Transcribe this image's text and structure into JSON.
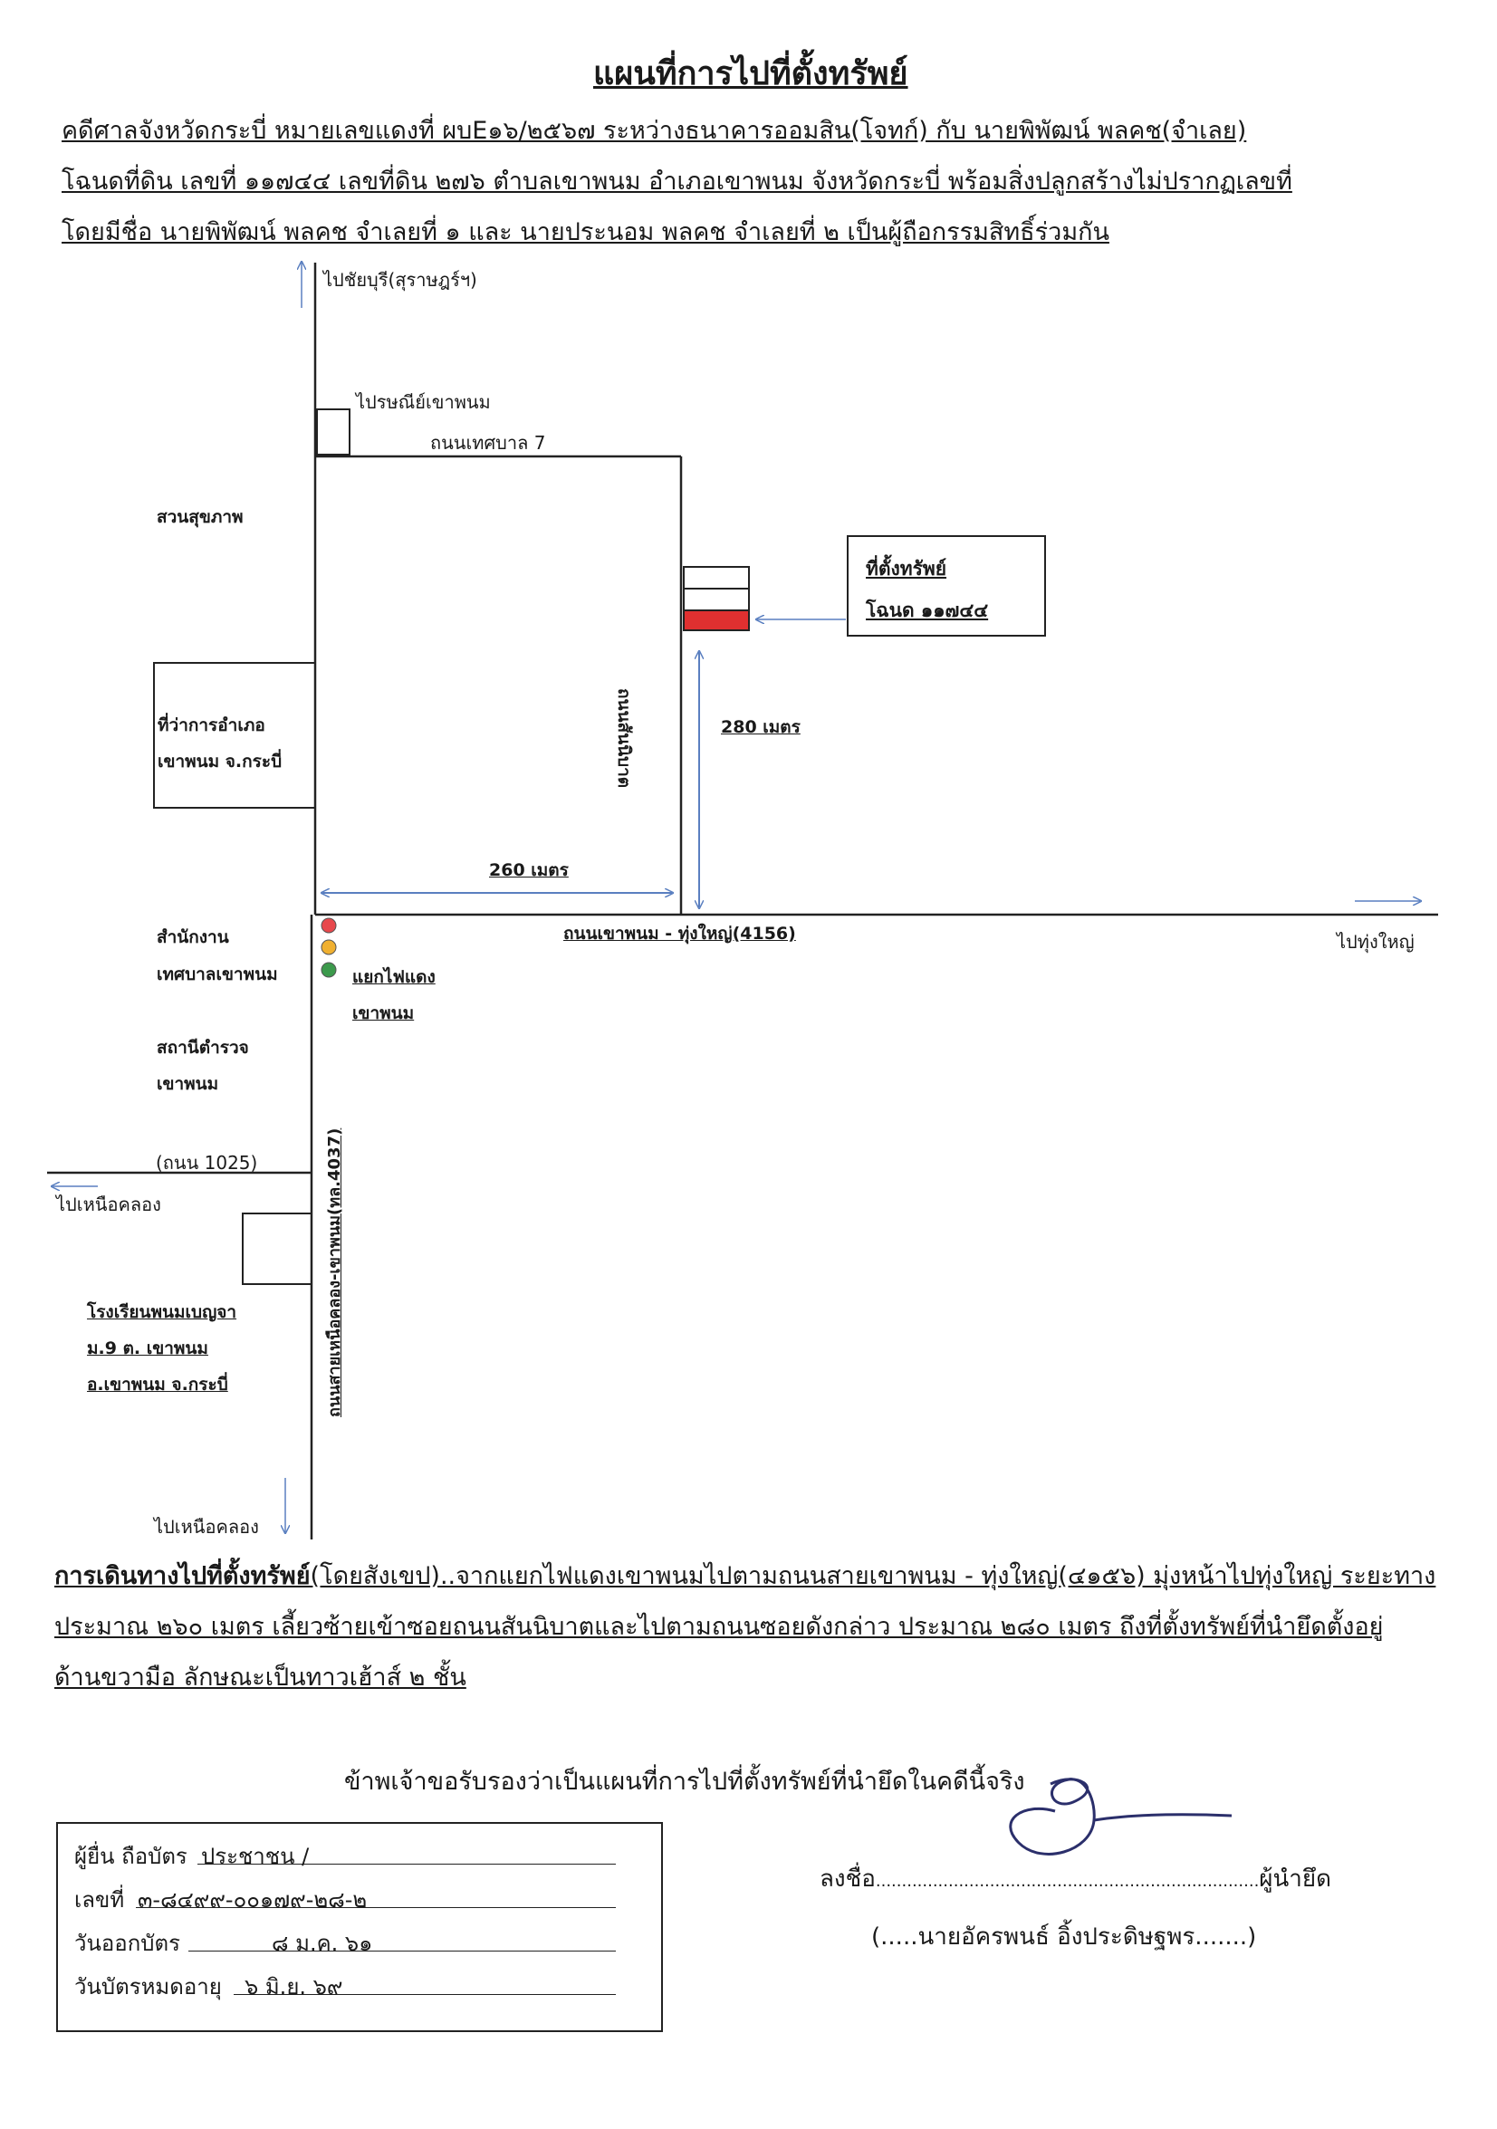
{
  "title": "แผนที่การไปที่ตั้งทรัพย์",
  "header_lines": [
    "คดีศาลจังหวัดกระบี่ หมายเลขแดงที่ ผบE๑๖/๒๕๖๗ ระหว่างธนาคารออมสิน(โจทก์) กับ นายพิพัฒน์ พลคช(จำเลย)",
    "โฉนดที่ดิน เลขที่ ๑๑๗๔๔ เลขที่ดิน ๒๗๖ ตำบลเขาพนม อำเภอเขาพนม จังหวัดกระบี่ พร้อมสิ่งปลูกสร้างไม่ปรากฏเลขที่",
    "โดยมีชื่อ นายพิพัฒน์ พลคช จำเลยที่ ๑ และ นายประนอม พลคช จำเลยที่ ๒ เป็นผู้ถือกรรมสิทธิ์ร่วมกัน"
  ],
  "map": {
    "to_chaiburi": "ไปชัยบุรี(สุราษฎร์ฯ)",
    "post_office": "ไปรษณีย์เขาพนม",
    "road_thesaban7": "ถนนเทศบาล 7",
    "health_park": "สวนสุขภาพ",
    "property_label_1": "ที่ตั้งทรัพย์",
    "property_label_2": "โฉนด ๑๑๗๔๔",
    "district_office_1": "ที่ว่าการอำเภอ",
    "district_office_2": "เขาพนม จ.กระบี่",
    "soi_road": "ถนนสันนิบาต",
    "dist_280": "280 เมตร",
    "dist_260": "260 เมตร",
    "main_road": "ถนนเขาพนม - ทุ่งใหญ่(4156)",
    "to_thung_yai": "ไปทุ่งใหญ่",
    "municipal_office_1": "สำนักงาน",
    "municipal_office_2": "เทศบาลเขาพนม",
    "traffic_light_1": "แยกไฟแดง",
    "traffic_light_2": "เขาพนม",
    "police_1": "สถานีตำรวจ",
    "police_2": "เขาพนม",
    "road_1025": "(ถนน 1025)",
    "to_nuea_khlong_w": "ไปเหนือคลอง",
    "vertical_road": "ถนนสายเหนือคลอง-เขาพนม(ทล.4037)",
    "school_1": "โรงเรียนพนมเบญจา",
    "school_2": "ม.9 ต. เขาพนม",
    "school_3": "อ.เขาพนม จ.กระบี่",
    "to_nuea_khlong_s": "ไปเหนือคลอง"
  },
  "directions": {
    "lead": "การเดินทางไปที่ตั้งทรัพย์",
    "line1_rest": "(โดยสังเขป)..จากแยกไฟแดงเขาพนมไปตามถนนสายเขาพนม - ทุ่งใหญ่(๔๑๕๖) มุ่งหน้าไปทุ่งใหญ่ ระยะทาง",
    "line2": "ประมาณ ๒๖๐ เมตร เลี้ยวซ้ายเข้าซอยถนนสันนิบาตและไปตามถนนซอยดังกล่าว ประมาณ ๒๘๐ เมตร ถึงที่ตั้งทรัพย์ที่นำยึดตั้งอยู่",
    "line3": "ด้านขวามือ ลักษณะเป็นทาวเฮ้าส์ ๒ ชั้น"
  },
  "certify": "ข้าพเจ้าขอรับรองว่าเป็นแผนที่การไปที่ตั้งทรัพย์ที่นำยึดในคดีนี้จริง",
  "form": {
    "r1_label": "ผู้ยื่น ถือบัตร",
    "r1_value": "ประชาชน /",
    "r2_label": "เลขที่",
    "r2_value": "๓-๘๔๙๙-๐๐๑๗๙-๒๘-๒",
    "r3_label": "วันออกบัตร",
    "r3_value": "๘ ม.ค. ๖๑",
    "r4_label": "วันบัตรหมดอายุ",
    "r4_value": "๖ มิ.ย. ๖๙"
  },
  "signature": {
    "sign_label": "ลงชื่อ",
    "dots": "..........................................................................",
    "role": "ผู้นำยึด",
    "name": "(.....นายอัครพนธ์ อิ้งประดิษฐพร.......)"
  },
  "colors": {
    "arrow_blue": "#5a7fc0",
    "property_red": "#e03030",
    "light_red": "#e8484c",
    "light_yellow": "#f0b030",
    "light_green": "#3c9a4c"
  }
}
